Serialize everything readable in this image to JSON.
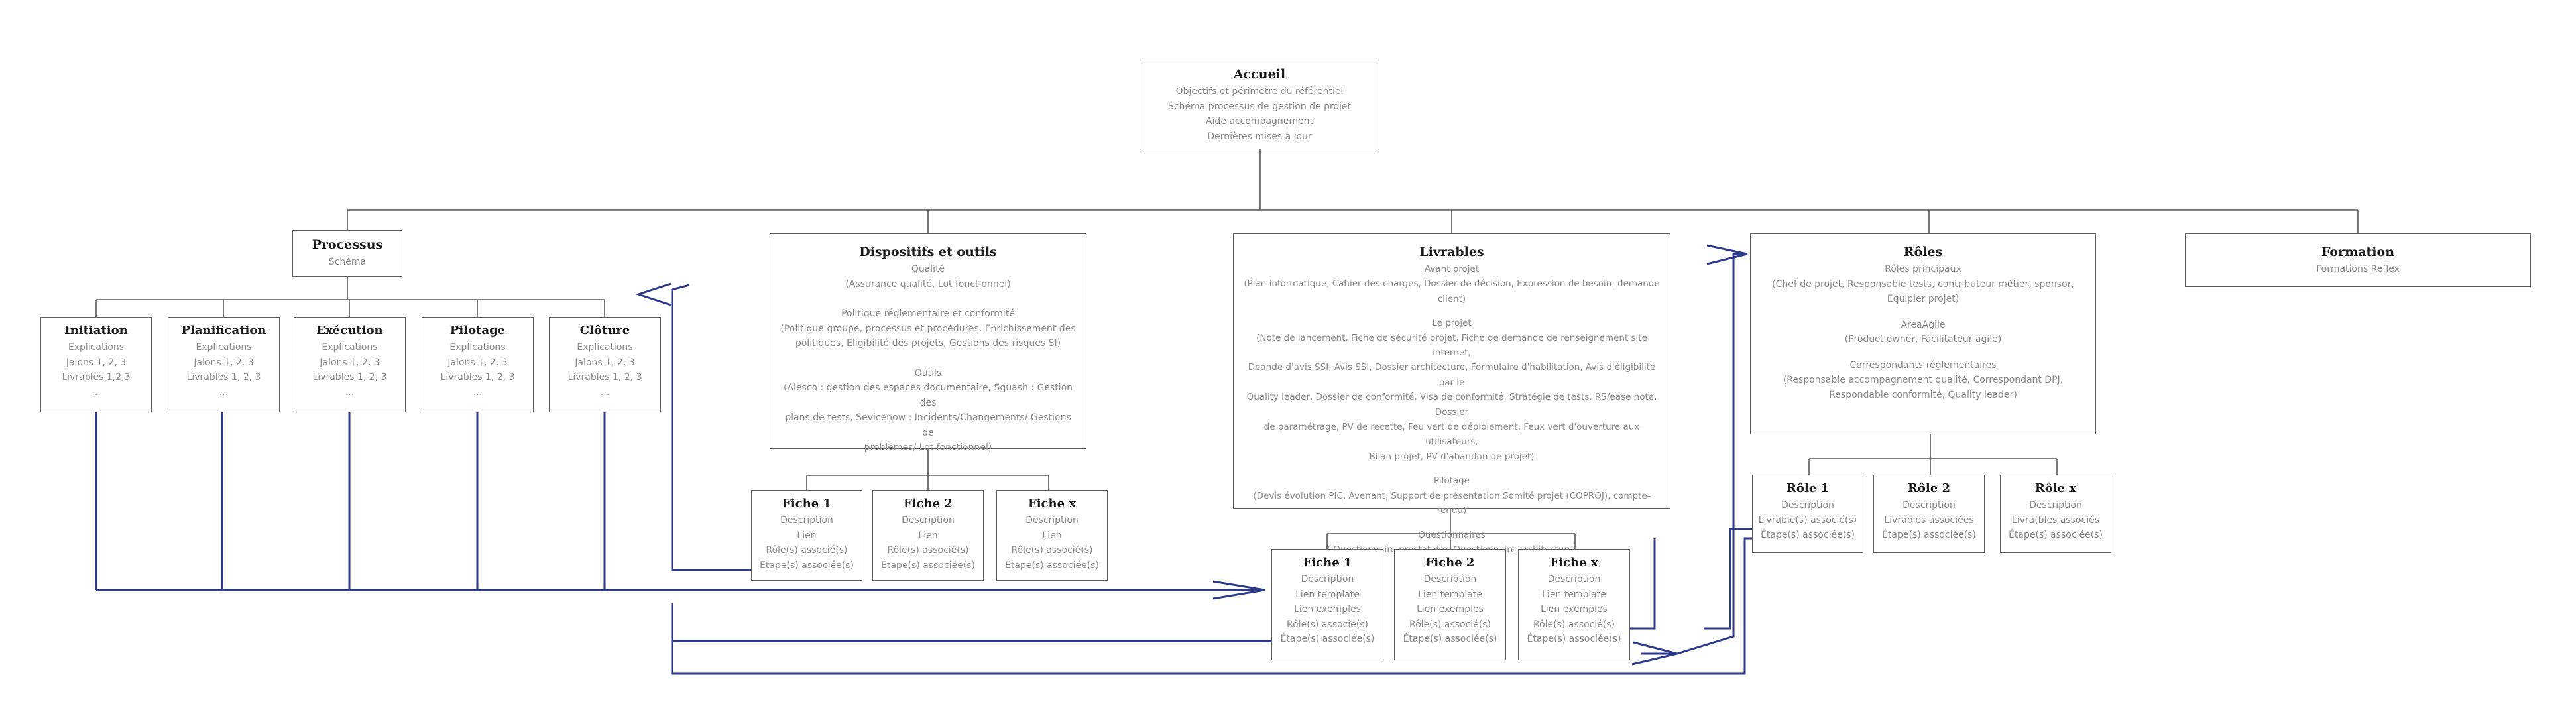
{
  "diagram": {
    "accent_color": "#2d3a8c",
    "line_color": "#555555",
    "accueil": {
      "title": "Accueil",
      "lines": [
        "Objectifs et périmètre du référentiel",
        "Schéma processus de gestion de projet",
        "Aide accompagnement",
        "Dernières mises à jour"
      ]
    },
    "processus": {
      "title": "Processus",
      "lines": [
        "Schéma"
      ]
    },
    "phases": [
      {
        "title": "Initiation",
        "lines": [
          "Explications",
          "Jalons 1, 2, 3",
          "Livrables 1,2,3",
          "..."
        ]
      },
      {
        "title": "Planification",
        "lines": [
          "Explications",
          "Jalons 1, 2, 3",
          "Livrables 1, 2, 3",
          "..."
        ]
      },
      {
        "title": "Exécution",
        "lines": [
          "Explications",
          "Jalons 1, 2, 3",
          "Livrables 1, 2, 3",
          "..."
        ]
      },
      {
        "title": "Pilotage",
        "lines": [
          "Explications",
          "Jalons 1, 2, 3",
          "Livrables 1, 2, 3",
          "..."
        ]
      },
      {
        "title": "Clôture",
        "lines": [
          "Explications",
          "Jalons 1, 2, 3",
          "Livrables 1, 2, 3",
          "..."
        ]
      }
    ],
    "dispositifs": {
      "title": "Dispositifs et outils",
      "sections": [
        [
          "Qualité",
          "(Assurance qualité, Lot fonctionnel)"
        ],
        [
          "Politique réglementaire et conformité",
          "(Politique groupe, processus et procédures, Enrichissement des",
          "politiques, Eligibilité des projets, Gestions des risques SI)"
        ],
        [
          "Outils",
          "(Alesco : gestion des espaces documentaire, Squash : Gestion des",
          "plans de tests, Sevicenow : Incidents/Changements/ Gestions de",
          "problèmes/ Lot fonctionnel)"
        ]
      ]
    },
    "dispositifs_fiches": [
      {
        "title": "Fiche 1",
        "lines": [
          "Description",
          "Lien",
          "Rôle(s) associé(s)",
          "Étape(s) associée(s)"
        ]
      },
      {
        "title": "Fiche 2",
        "lines": [
          "Description",
          "Lien",
          "Rôle(s) associé(s)",
          "Étape(s) associée(s)"
        ]
      },
      {
        "title": "Fiche x",
        "lines": [
          "Description",
          "Lien",
          "Rôle(s) associé(s)",
          "Étape(s) associée(s)"
        ]
      }
    ],
    "livrables": {
      "title": "Livrables",
      "sections": [
        [
          "Avant projet",
          "(Plan informatique, Cahier des charges, Dossier de décision, Expression de besoin, demande",
          "client)"
        ],
        [
          "Le projet",
          "(Note de lancement, Fiche de sécurité projet, Fiche de demande de renseignement site internet,",
          "Deande d'avis SSI, Avis SSI, Dossier architecture, Formulaire d'habilitation, Avis d'éligibilité par le",
          "Quality leader, Dossier de conformité, Visa de conformité, Stratégie de tests, RS/ease note, Dossier",
          "de paramétrage, PV de recette, Feu vert de déploiement, Feux vert d'ouverture aux utilisateurs,",
          "Bilan projet, PV d'abandon de projet)"
        ],
        [
          "Pilotage",
          "(Devis évolution PIC, Avenant, Support de présentation Somité projet (COPROJ), compte-rendu)"
        ],
        [
          "Questionnaires",
          "( Questionnaire prestataire, Questionnaire architecture)"
        ]
      ]
    },
    "livrables_fiches": [
      {
        "title": "Fiche 1",
        "lines": [
          "Description",
          "Lien template",
          "Lien exemples",
          "Rôle(s) associé(s)",
          "Étape(s) associée(s)"
        ]
      },
      {
        "title": "Fiche 2",
        "lines": [
          "Description",
          "Lien template",
          "Lien exemples",
          "Rôle(s) associé(s)",
          "Étape(s) associée(s)"
        ]
      },
      {
        "title": "Fiche x",
        "lines": [
          "Description",
          "Lien template",
          "Lien exemples",
          "Rôle(s) associé(s)",
          "Étape(s) associée(s)"
        ]
      }
    ],
    "roles": {
      "title": "Rôles",
      "sections": [
        [
          "Rôles principaux",
          "(Chef de projet, Responsable tests, contributeur métier, sponsor,",
          "Equipier projet)"
        ],
        [
          "AreaAgile",
          "(Product owner, Facilitateur agile)"
        ],
        [
          "Correspondants réglementaires",
          "(Responsable accompagnement qualité, Correspondant DPJ,",
          "Respondable conformité, Quality leader)"
        ]
      ]
    },
    "role_fiches": [
      {
        "title": "Rôle 1",
        "lines": [
          "Description",
          "Livrable(s) associé(s)",
          "Étape(s) associée(s)"
        ]
      },
      {
        "title": "Rôle 2",
        "lines": [
          "Description",
          "Livrables associées",
          "Étape(s) associée(s)"
        ]
      },
      {
        "title": "Rôle x",
        "lines": [
          "Description",
          "Livra(bles associés",
          "Étape(s) associée(s)"
        ]
      }
    ],
    "formation": {
      "title": "Formation",
      "lines": [
        "Formations Reflex"
      ]
    }
  }
}
